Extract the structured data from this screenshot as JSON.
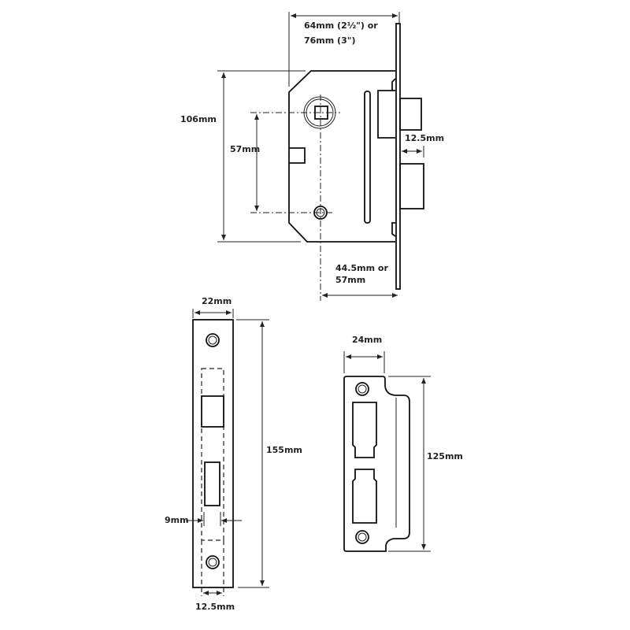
{
  "title": "Sash lock dimensions diagram",
  "lock_body": {
    "case_depth_line1": "64mm (2½\") or",
    "case_depth_line2": "76mm (3\")",
    "height": "106mm",
    "centres": "57mm",
    "bolt_projection": "12.5mm",
    "backset_line1": "44.5mm or",
    "backset_line2": "57mm"
  },
  "forend": {
    "width": "22mm",
    "height": "155mm",
    "slot_width": "9mm",
    "case_width": "12.5mm"
  },
  "strike_plate": {
    "width": "24mm",
    "height": "125mm"
  }
}
